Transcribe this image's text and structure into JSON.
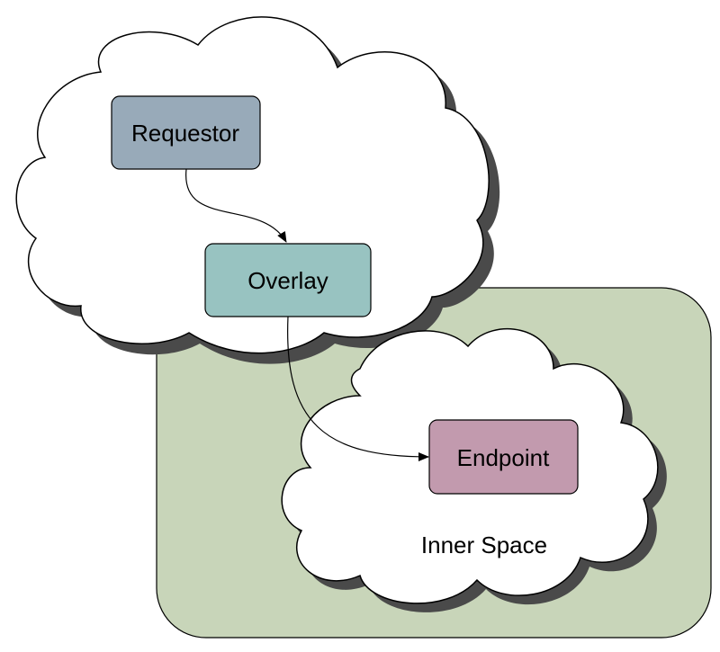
{
  "diagram": {
    "nodes": {
      "requestor": {
        "label": "Requestor",
        "fill": "#98aab9"
      },
      "overlay": {
        "label": "Overlay",
        "fill": "#98c3c1"
      },
      "endpoint": {
        "label": "Endpoint",
        "fill": "#c29aae"
      }
    },
    "regions": {
      "inner_space": {
        "label": "Inner Space"
      },
      "green_area": {
        "fill": "#c8d5b9"
      }
    },
    "edges": [
      {
        "from": "Requestor",
        "to": "Overlay"
      },
      {
        "from": "Overlay",
        "to": "Endpoint"
      }
    ],
    "colors": {
      "cloud_fill": "#ffffff",
      "cloud_shadow": "#4a4a4a",
      "stroke": "#000000"
    }
  }
}
